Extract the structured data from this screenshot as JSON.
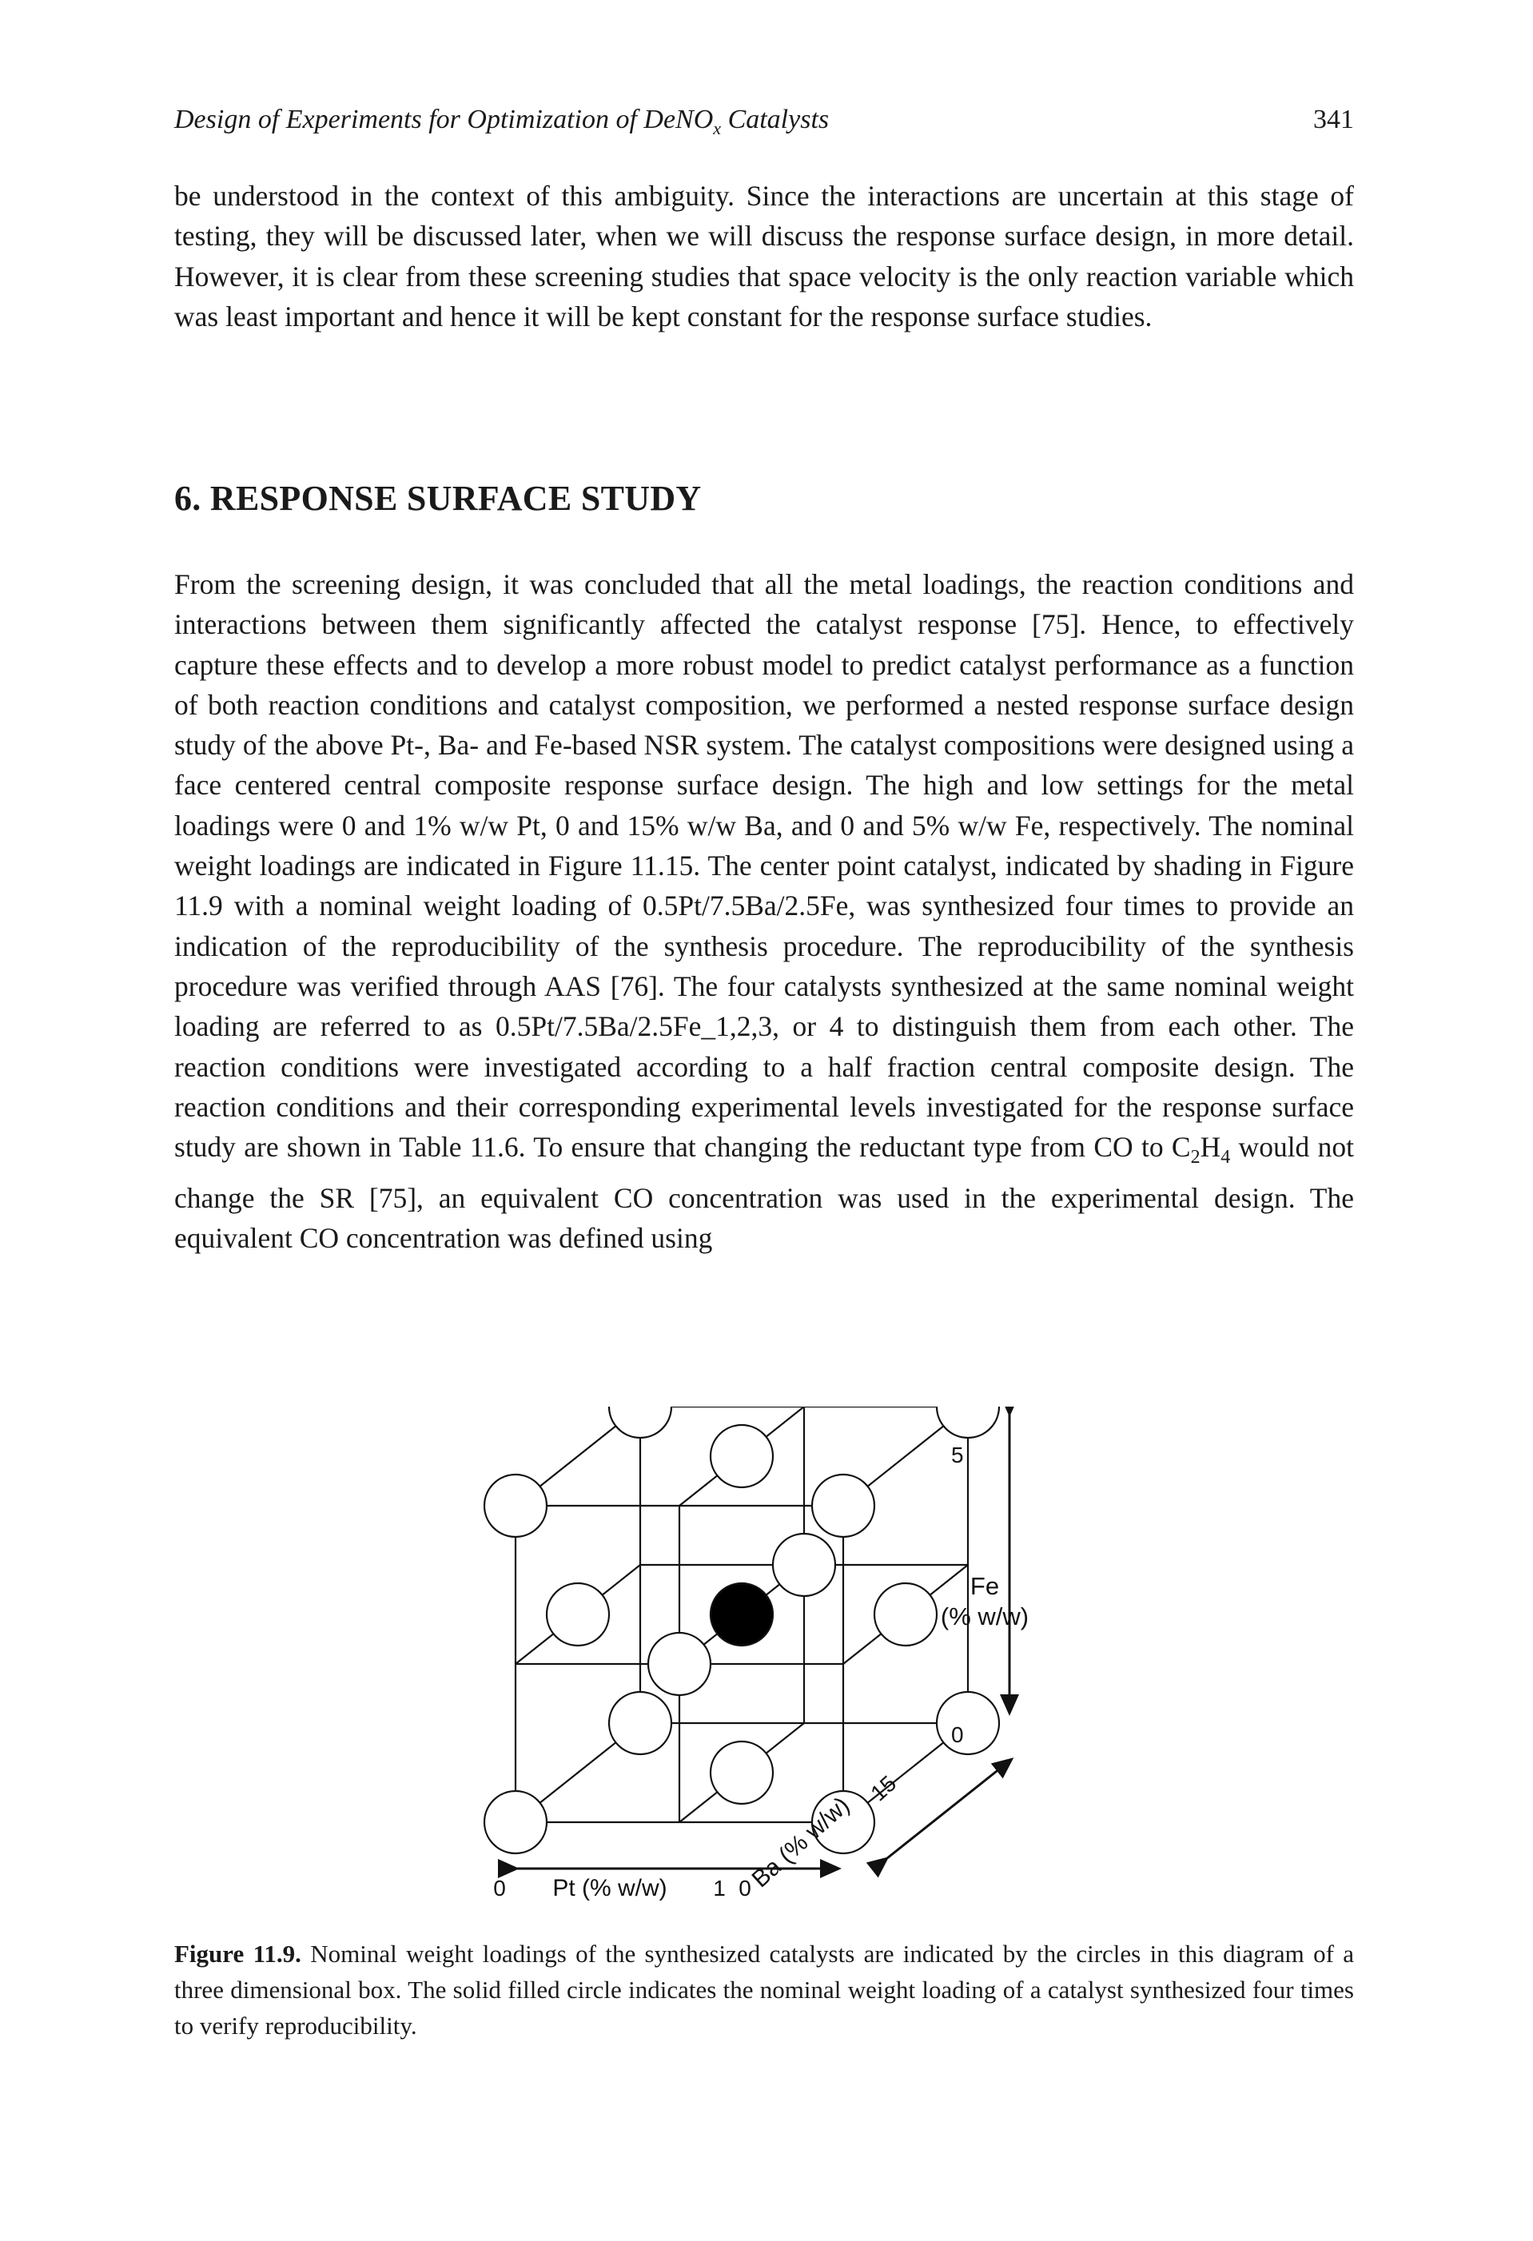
{
  "header": {
    "running_title_prefix": "Design of Experiments for Optimization of DeNO",
    "running_title_sub": "x",
    "running_title_suffix": " Catalysts",
    "page_number": "341"
  },
  "paragraph_1": "be understood in the context of this ambiguity. Since the interactions are uncertain at this stage of testing, they will be discussed later, when we will discuss the response surface design, in more detail. However, it is clear from these screening studies that space velocity is the only reaction variable which was least important and hence it will be kept constant for the response surface studies.",
  "section": {
    "heading": "6. RESPONSE SURFACE STUDY"
  },
  "paragraph_2": {
    "part_a": "From the screening design, it was concluded that all the metal loadings, the reaction conditions and interactions between them significantly affected the catalyst response [75]. Hence, to effectively capture these effects and to develop a more robust model to predict catalyst performance as a function of both reaction conditions and catalyst composition, we performed a nested response surface design study of the above Pt-, Ba- and Fe-based NSR system. The catalyst compositions were designed using a face centered central composite response surface design. The high and low settings for the metal loadings were 0 and 1% w/w Pt, 0 and 15% w/w Ba, and 0 and 5% w/w Fe, respectively. The nominal weight loadings are indicated in Figure 11.15. The center point catalyst, indicated by shading in Figure 11.9 with a nominal weight loading of 0.5Pt/7.5Ba/2.5Fe, was synthesized four times to provide an indication of the reproducibility of the synthesis procedure. The reproducibility of the synthesis procedure was verified through AAS [76]. The four catalysts synthesized at the same nominal weight loading are referred to as 0.5Pt/7.5Ba/2.5Fe_1,2,3, or 4 to distinguish them from each other. The reaction conditions were investigated according to a half fraction central composite design. The reaction conditions and their corresponding experimental levels investigated for the response surface study are shown in Table 11.6. To ensure that changing the reductant type from CO to C",
    "sub_1": "2",
    "part_b": "H",
    "sub_2": "4",
    "part_c": " would not change the SR [75], an equivalent CO concentration was used in the experimental design. The equivalent CO concentration was defined using"
  },
  "figure": {
    "axis_fe_label_line1": "Fe",
    "axis_fe_label_line2": "(% w/w)",
    "axis_fe_max": "5",
    "axis_fe_min": "0",
    "axis_pt_label": "Pt (% w/w)",
    "axis_pt_min": "0",
    "axis_pt_max": "1",
    "axis_ba_label": "Ba (% w/w)",
    "axis_ba_min": "0",
    "axis_ba_max": "15"
  },
  "caption": {
    "label": "Figure 11.9.",
    "text": " Nominal weight loadings of the synthesized catalysts are indicated by the circles in this diagram of a three dimensional box. The solid filled circle indicates the nominal weight loading of a catalyst synthesized four times to verify reproducibility."
  },
  "colors": {
    "text": "#1a1a1a",
    "filled_circle": "#000000",
    "open_circle_fill": "#ffffff"
  }
}
